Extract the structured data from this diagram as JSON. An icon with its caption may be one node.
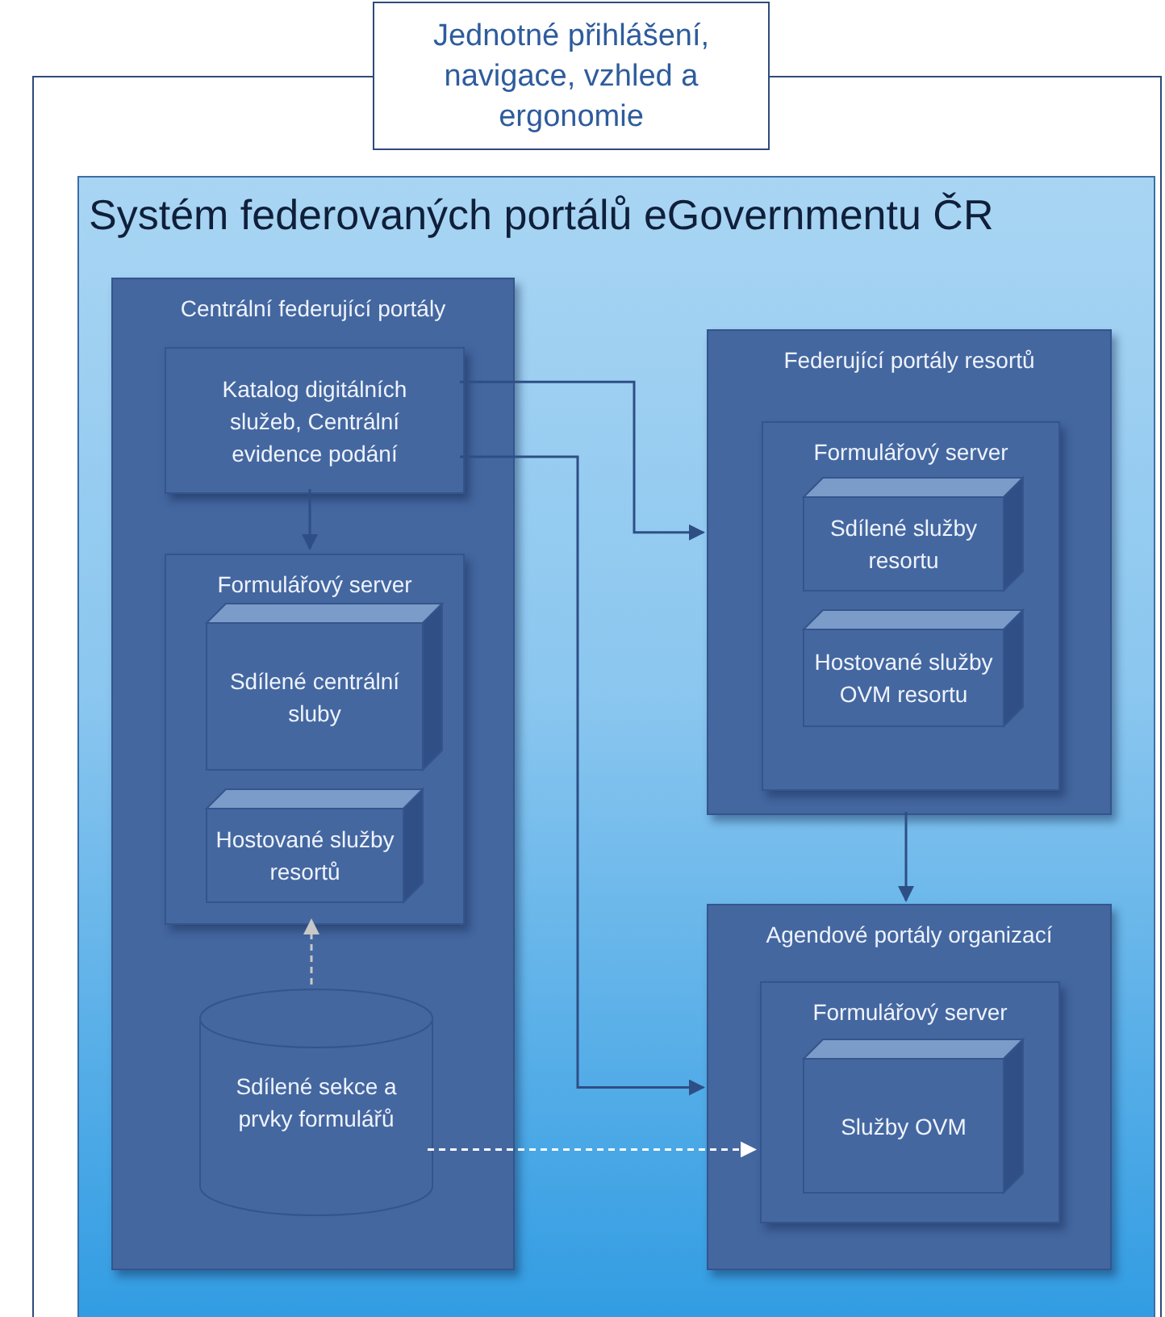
{
  "diagram": {
    "nodes": [
      {
        "text": [
          "Jednotné přihlášení, navigace, vzhled a ergonomie"
        ]
      },
      {
        "text": [
          "Systém federovaných portálů eGovernmentu ČR"
        ],
        "in": 0
      },
      {
        "text": [
          "Centrální federující portály"
        ],
        "in": 1
      },
      {
        "text": [
          "Katalog digitálních služeb, Centrální evidence podání"
        ],
        "in": 2
      },
      {
        "text": [
          "Formulářový server"
        ],
        "in": 2
      },
      {
        "text": [
          "Sdílené centrální sluby"
        ],
        "in": 4
      },
      {
        "text": [
          "Hostované služby resortů"
        ],
        "in": 4
      },
      {
        "text": [
          "Sdílené sekce a prvky formulářů"
        ],
        "in": 2
      },
      {
        "text": [
          "Federující portály resortů"
        ],
        "in": 1
      },
      {
        "text": [
          "Formulářový server"
        ],
        "in": 8
      },
      {
        "text": [
          "Sdílené služby resortu"
        ],
        "in": 9
      },
      {
        "text": [
          "Hostované služby OVM resortu"
        ],
        "in": 9
      },
      {
        "text": [
          "Agendové portály organizací"
        ],
        "in": 1
      },
      {
        "text": [
          "Formulářový server"
        ],
        "in": 12
      },
      {
        "text": [
          "Služby OVM"
        ],
        "in": 13
      }
    ],
    "edges": [
      {
        "from": 3,
        "to": 8,
        "arrow": "to"
      },
      {
        "from": 3,
        "to": 12,
        "arrow": "to"
      },
      {
        "from": 3,
        "to": 4,
        "arrow": "to"
      },
      {
        "from": 7,
        "to": 4,
        "arrow": "to",
        "style": "dashed",
        "color": "#c8c8c8"
      },
      {
        "from": 7,
        "to": 13,
        "arrow": "to",
        "style": "dashed",
        "color": "#ffffff"
      },
      {
        "from": 8,
        "to": 12,
        "arrow": "to"
      }
    ]
  }
}
